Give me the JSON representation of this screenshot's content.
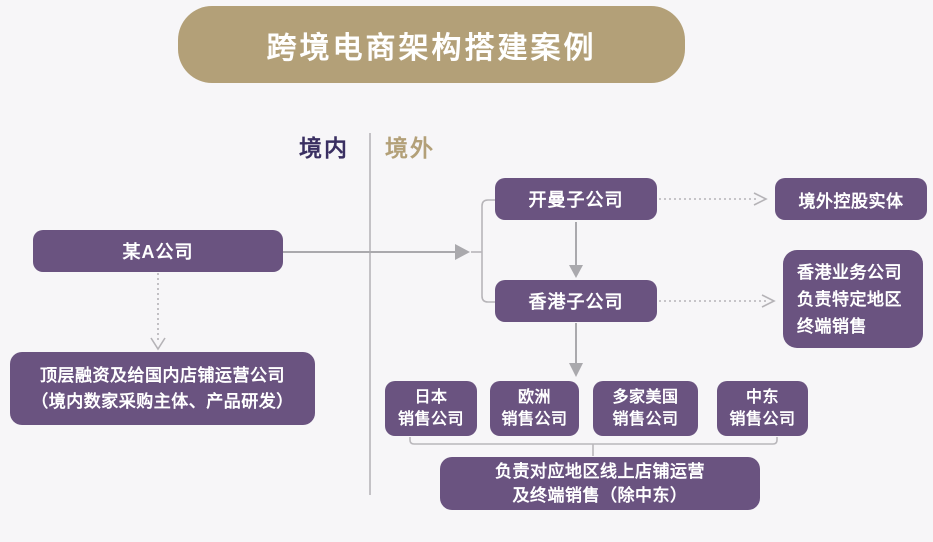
{
  "title": "跨境电商架构搭建案例",
  "region_labels": {
    "domestic": "境内",
    "overseas": "境外"
  },
  "nodes": {
    "company_a": {
      "label": "某A公司"
    },
    "domestic_ops": {
      "line1": "顶层融资及给国内店铺运营公司",
      "line2": "（境内数家采购主体、产品研发）"
    },
    "cayman": {
      "label": "开曼子公司"
    },
    "overseas_holding": {
      "label": "境外控股实体"
    },
    "hk_subsidiary": {
      "label": "香港子公司"
    },
    "hk_business": {
      "line1": "香港业务公司",
      "line2": "负责特定地区",
      "line3": "终端销售"
    },
    "bottom_note": {
      "line1": "负责对应地区线上店铺运营",
      "line2": "及终端销售（除中东）"
    }
  },
  "sales_companies": [
    {
      "line1": "日本",
      "line2": "销售公司"
    },
    {
      "line1": "欧洲",
      "line2": "销售公司"
    },
    {
      "line1": "多家美国",
      "line2": "销售公司"
    },
    {
      "line1": "中东",
      "line2": "销售公司"
    }
  ],
  "colors": {
    "box_purple": "#6A5380",
    "banner_gold": "#B3A078",
    "domestic_label_text": "#3A2F62",
    "overseas_label_text": "#B3A078",
    "connector_gray": "#AAA9AD",
    "bracket_gray": "#B7B5B9",
    "background": "#F7F6F8"
  }
}
